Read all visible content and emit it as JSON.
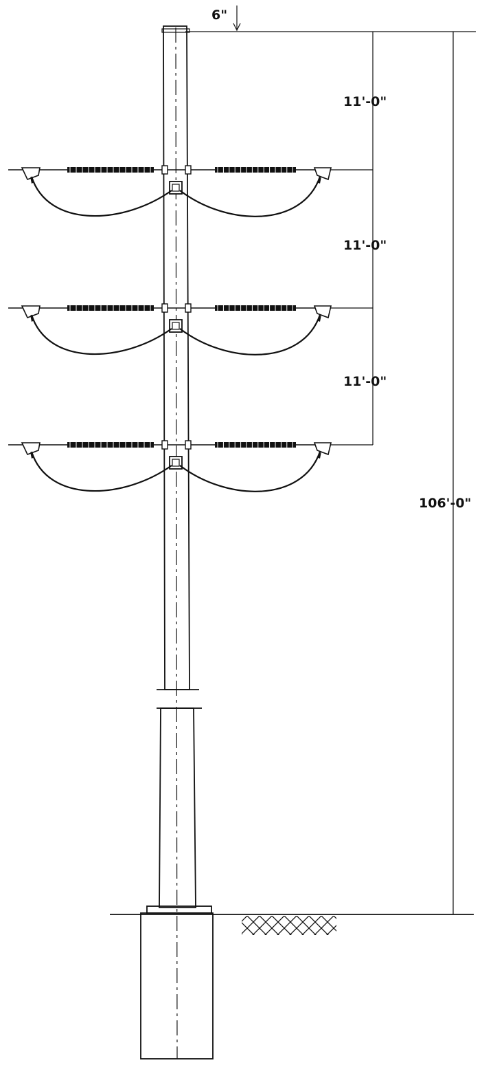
{
  "dimensions": {
    "top_offset": "6\"",
    "spacing_1": "11'-0\"",
    "spacing_2": "11'-0\"",
    "spacing_3": "11'-0\"",
    "overall_height": "106'-0\""
  },
  "colors": {
    "line": "#111111",
    "background": "#ffffff",
    "concrete_speckle": "#222222"
  },
  "arms_count": 3
}
